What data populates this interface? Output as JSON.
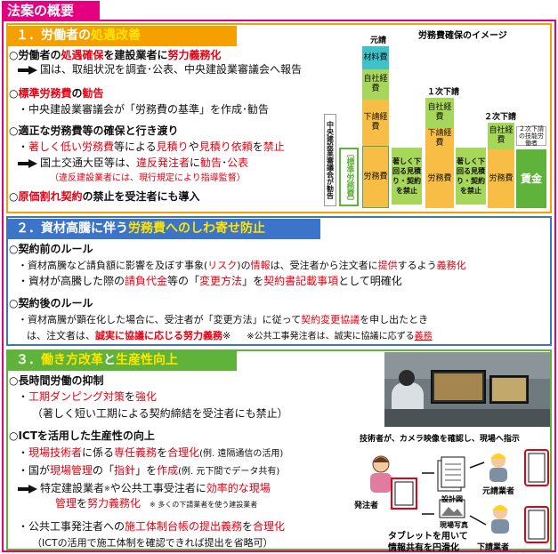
{
  "page": {
    "title": "法案の概要"
  },
  "s1": {
    "hdr_a": "１．労働者の",
    "hdr_b": "処遇改善",
    "l1_a": "○労働者の",
    "l1_b": "処遇確保",
    "l1_c": "を建設業者に",
    "l1_d": "努力義務化",
    "l2": "国は、取組状況を調査･公表、中央建設業審議会へ報告",
    "l3_a": "○",
    "l3_b": "標準労務費",
    "l3_c": "の",
    "l3_d": "勧告",
    "l4": "・中央建設業審議会が「労務費の基準」を作成･勧告",
    "l5": "○適正な労務費等の確保と行き渡り",
    "l6_a": "・",
    "l6_b": "著しく低い労務費",
    "l6_c": "等による",
    "l6_d": "見積り",
    "l6_e": "や",
    "l6_f": "見積り依頼",
    "l6_g": "を",
    "l6_h": "禁止",
    "l7_a": "国土交通大臣等は、",
    "l7_b": "違反発注者",
    "l7_c": "に",
    "l7_d": "勧告",
    "l7_e": "･",
    "l7_f": "公表",
    "l8": "（違反建設業者には、現行規定により指導監督）",
    "l9_a": "○",
    "l9_b": "原価割れ契約",
    "l9_c": "の禁止を受注者にも導入",
    "diagram": {
      "title": "労務費確保のイメージ",
      "motouke": "元請",
      "ichiji": "１次下請",
      "niji": "２次下請",
      "zairyo": "材料費",
      "jisha": "自社経費",
      "shitauke": "下請経費",
      "roumuhi": "労務費",
      "shingikai": "中央建設業審議会が勧告",
      "hyojun": "〔標準労務費〕",
      "shitamawaru": "著しく下回る見積り・契約を禁止",
      "niji_note": "２次下請の技能労働者",
      "chingin": "賃金"
    }
  },
  "s2": {
    "hdr_a": "２．資材高騰に伴う",
    "hdr_b": "労務費へのしわ寄せ防止",
    "l1": "○契約前のルール",
    "l2_a": "・資材高騰など請負額に影響を及ぼす事象(",
    "l2_b": "リスク",
    "l2_c": ")の",
    "l2_d": "情報",
    "l2_e": "は、受注者から注文者に",
    "l2_f": "提供",
    "l2_g": "するよう",
    "l2_h": "義務化",
    "l3_a": "・資材が高騰した際の",
    "l3_b": "請負代金",
    "l3_c": "等の「",
    "l3_d": "変更方法",
    "l3_e": "」を",
    "l3_f": "契約書記載事項",
    "l3_g": "として明確化",
    "l4": "○契約後のルール",
    "l5_a": "・資材高騰が顕在化した場合に、受注者が「変更方法」に従って",
    "l5_b": "契約変更協議",
    "l5_c": "を申し出たとき",
    "l6_a": "は、注文者は、",
    "l6_b": "誠実に協議に応じる努力義務",
    "l6_c": "※",
    "l6_note": "※公共工事発注者は、誠実に協議に応ずる",
    "l6_note_b": "義務"
  },
  "s3": {
    "hdr_a": "３．",
    "hdr_b": "働き方改革",
    "hdr_c": "と",
    "hdr_d": "生産性向上",
    "l1": "○長時間労働の抑制",
    "l2_a": "・",
    "l2_b": "工期ダンピング対策",
    "l2_c": "を",
    "l2_d": "強化",
    "l3": "（著しく短い工期による契約締結を受注者にも禁止）",
    "l4": "○ICTを活用した生産性の向上",
    "l5_a": "・",
    "l5_b": "現場技術者",
    "l5_c": "に係る",
    "l5_d": "専任義務",
    "l5_e": "を",
    "l5_f": "合理化",
    "l5_g": "(例. 遠隔通信の活用)",
    "l6_a": "・国が",
    "l6_b": "現場管理",
    "l6_c": "の「",
    "l6_d": "指針",
    "l6_e": "」を",
    "l6_f": "作成",
    "l6_g": "(例. 元下間でデータ共有)",
    "l7_a": "特定建設業者",
    "l7_b": "※",
    "l7_c": "や公共工事受注者に",
    "l7_d": "効率的な現場",
    "l8_a": "管理",
    "l8_b": "を",
    "l8_c": "努力義務化",
    "l8_note": "※ 多くの下請業者を使う建設業者",
    "l9_a": "・公共工事発注者への",
    "l9_b": "施工体制台帳の提出義務",
    "l9_c": "を",
    "l9_d": "合理化",
    "l10": "（ICTの活用で施工体制を確認できれば提出を省略可）",
    "photo_caption": "技術者が、カメラ映像を確認し、現場へ指示",
    "hacchusha": "発注者",
    "sekkei": "設計図",
    "genba": "現場写真",
    "motouke_gyosha": "元請業者",
    "shitauke_gyosha": "下請業者",
    "tablet_note_a": "タブレットを用いて",
    "tablet_note_b": "情報共有を円滑化"
  }
}
